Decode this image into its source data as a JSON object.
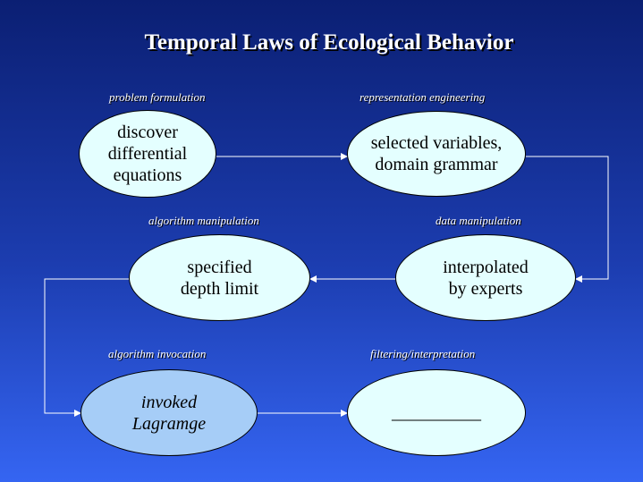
{
  "title": "Temporal Laws of Ecological Behavior",
  "stages": [
    {
      "label": "problem formulation",
      "lines": [
        "discover",
        "differential",
        "equations"
      ]
    },
    {
      "label": "representation engineering",
      "lines": [
        "selected variables,",
        "domain grammar"
      ]
    },
    {
      "label": "data manipulation",
      "lines": [
        "interpolated",
        "by experts"
      ]
    },
    {
      "label": "algorithm manipulation",
      "lines": [
        "specified",
        "depth limit"
      ]
    },
    {
      "label": "algorithm invocation",
      "lines": [
        "invoked",
        "Lagramge"
      ]
    },
    {
      "label": "filtering/interpretation",
      "lines": [
        "__________"
      ]
    }
  ],
  "colors": {
    "node_fill": "#e4ffff",
    "highlight_fill": "#a6cdf7",
    "arrow": "#ffffff"
  }
}
